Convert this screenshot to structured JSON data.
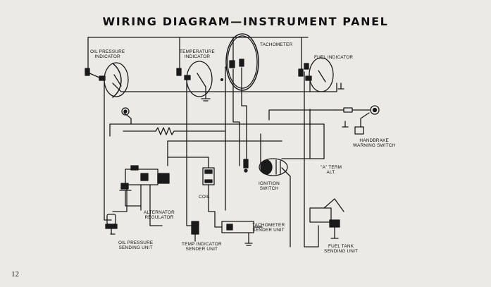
{
  "title": "WIRING DIAGRAM—INSTRUMENT PANEL",
  "page_number": "12",
  "components": {
    "oil_pressure_indicator": [
      "OIL PRESSURE",
      "INDICATOR"
    ],
    "temperature_indicator": [
      "TEMPERATURE",
      "INDICATOR"
    ],
    "tachometer": [
      "TACHOMETER"
    ],
    "fuel_indicator": [
      "FUEL INDICATOR"
    ],
    "handbrake_warning_switch": [
      "HANDBRAKE",
      "WARNING SWITCH"
    ],
    "a_term_alt": [
      "\"A\" TERM",
      "ALT."
    ],
    "ignition_switch": [
      "IGNITION",
      "SWITCH"
    ],
    "coil": [
      "COIL"
    ],
    "alternator_regulator": [
      "ALTERNATOR",
      "REGULATOR"
    ],
    "tachometer_sender_unit": [
      "TACHOMETER",
      "SENDER UNIT"
    ],
    "oil_pressure_sending_unit": [
      "OIL PRESSURE",
      "SENDING UNIT"
    ],
    "temp_indicator_sender_unit": [
      "TEMP INDICATOR",
      "SENDER UNIT"
    ],
    "fuel_tank_sending_unit": [
      "FUEL TANK",
      "SENDING UNIT"
    ]
  }
}
